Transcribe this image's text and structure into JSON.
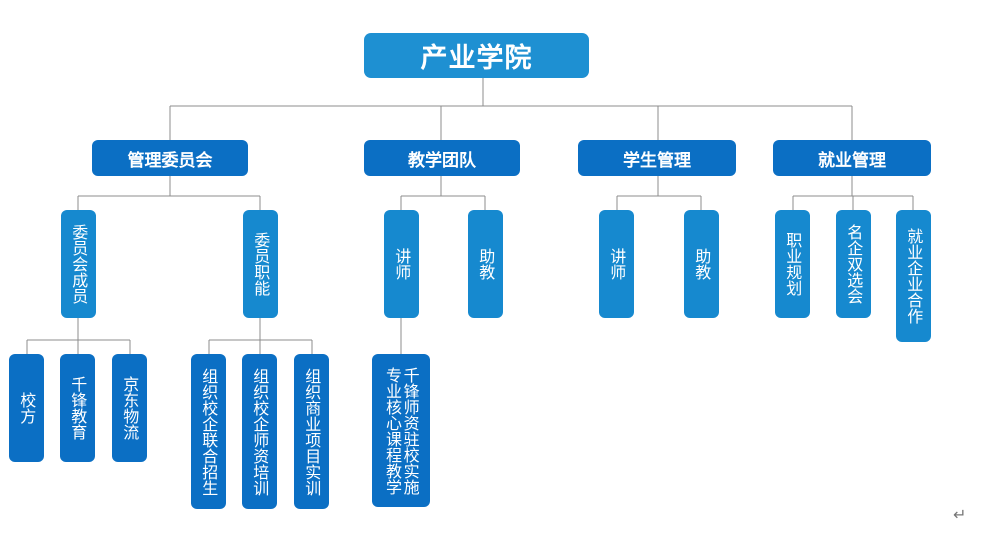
{
  "root": {
    "label": "产业学院"
  },
  "departments": [
    {
      "label": "管理委员会",
      "children": [
        {
          "label": "委员会成员",
          "children": [
            "校方",
            "千锋教育",
            "京东物流"
          ]
        },
        {
          "label": "委员职能",
          "children": [
            "组织校企联合招生",
            "组织校企师资培训",
            "组织商业项目实训"
          ]
        }
      ]
    },
    {
      "label": "教学团队",
      "children": [
        {
          "label": "讲师",
          "children": [
            "千锋师资驻校实施\n专业核心课程教学"
          ]
        },
        {
          "label": "助教",
          "children": []
        }
      ]
    },
    {
      "label": "学生管理",
      "children": [
        {
          "label": "讲师",
          "children": []
        },
        {
          "label": "助教",
          "children": []
        }
      ]
    },
    {
      "label": "就业管理",
      "children": [
        {
          "label": "职业规划",
          "children": []
        },
        {
          "label": "名企双选会",
          "children": []
        },
        {
          "label": "就业企业合作",
          "children": []
        }
      ]
    }
  ],
  "return_symbol": "↵",
  "colors": {
    "root": "#1e90d2",
    "level1": "#0b6fc4",
    "level2": "#1689cf",
    "level3": "#0b6fc4",
    "connector": "#8c8c8c"
  }
}
